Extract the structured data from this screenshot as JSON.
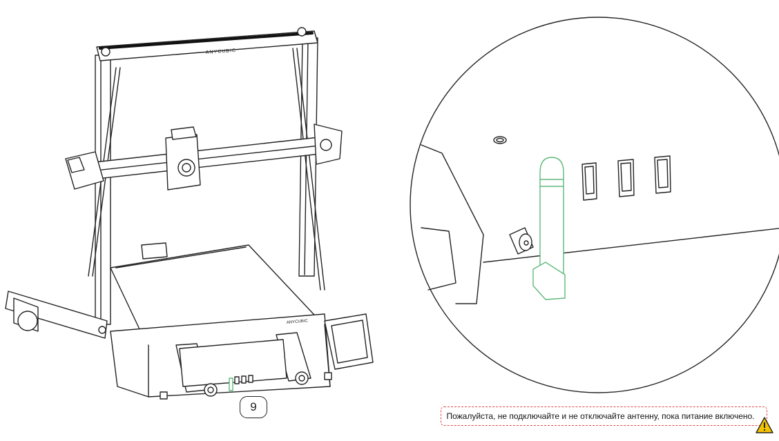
{
  "brand": {
    "frame_logo": "ANYCUBIC",
    "bed_logo": "ANYCUBIC"
  },
  "step": {
    "number": "9"
  },
  "notice": {
    "text": "Пожалуйста, не подключайте и не отключайте антенну, пока питание включено."
  },
  "colors": {
    "line": "#222222",
    "antenna": "#5fb87a",
    "warning_border": "#e0474c",
    "warning_icon_fill": "#f5c400"
  },
  "icons": {
    "warning": "warning-triangle-icon"
  }
}
